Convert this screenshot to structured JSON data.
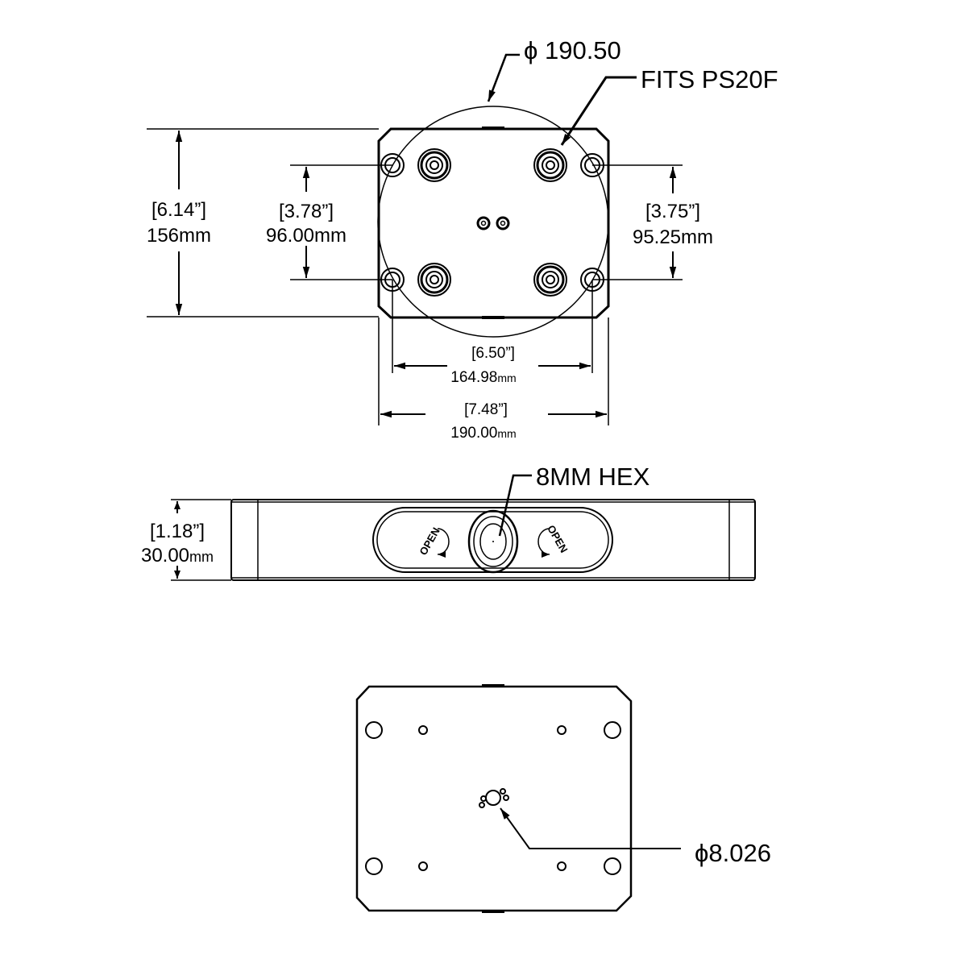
{
  "colors": {
    "line": "#000000",
    "background": "#ffffff"
  },
  "top_view": {
    "diameter_callout": "ϕ 190.50",
    "fits_callout": "FITS PS20F",
    "height_in": "[6.14”]",
    "height_mm": "156mm",
    "hole_v_left_in": "[3.78”]",
    "hole_v_left_mm": "96.00mm",
    "hole_v_right_in": "[3.75”]",
    "hole_v_right_mm": "95.25mm",
    "hole_h_in": "[6.50”]",
    "hole_h_mm": "164.98",
    "hole_h_unit": "mm",
    "width_in": "[7.48”]",
    "width_mm": "190.00",
    "width_unit": "mm"
  },
  "side_view": {
    "hex_callout": "8MM HEX",
    "thickness_in": "[1.18”]",
    "thickness_mm": "30.00",
    "thickness_unit": "mm",
    "open_label": "OPEN"
  },
  "bottom_view": {
    "hole_callout": "ϕ8.026"
  }
}
